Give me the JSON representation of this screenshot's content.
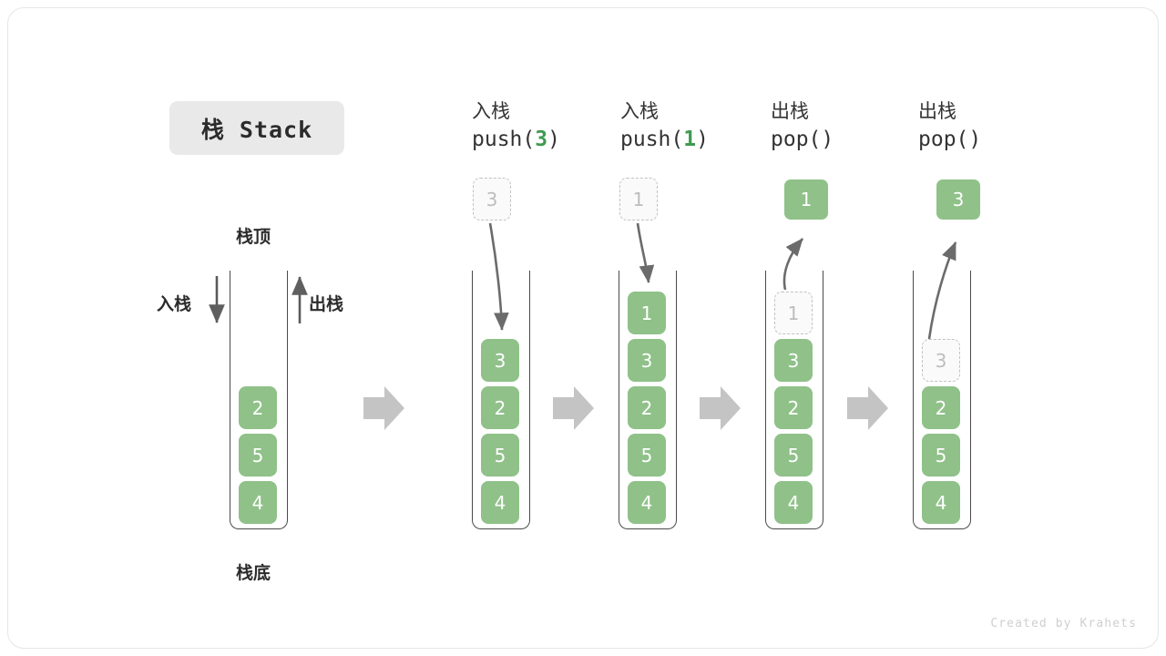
{
  "figure": {
    "title_chip": "栈 Stack",
    "watermark": "Created by Krahets",
    "accent_green": "#8fc189",
    "arg_green": "#3f9a52",
    "ghost_gray": "#bdbdbd",
    "arrow_gray": "#6b6b6b",
    "flow_arrow_gray": "#c4c4c4"
  },
  "legend": {
    "top_label": "栈顶",
    "bottom_label": "栈底",
    "push_label": "入栈",
    "pop_label": "出栈"
  },
  "steps": [
    {
      "id": "initial",
      "caption_cn": "",
      "caption_code": "",
      "caption_arg": "",
      "stack": [
        "2",
        "5",
        "4"
      ],
      "incoming": null,
      "outgoing": null,
      "ghost_top": null
    },
    {
      "id": "push-3",
      "caption_cn": "入栈",
      "caption_code_prefix": "push(",
      "caption_arg": "3",
      "caption_code_suffix": ")",
      "stack": [
        "3",
        "2",
        "5",
        "4"
      ],
      "incoming": "3",
      "outgoing": null,
      "ghost_top": null
    },
    {
      "id": "push-1",
      "caption_cn": "入栈",
      "caption_code_prefix": "push(",
      "caption_arg": "1",
      "caption_code_suffix": ")",
      "stack": [
        "1",
        "3",
        "2",
        "5",
        "4"
      ],
      "incoming": "1",
      "outgoing": null,
      "ghost_top": null
    },
    {
      "id": "pop-1",
      "caption_cn": "出栈",
      "caption_code_prefix": "pop(",
      "caption_arg": "",
      "caption_code_suffix": ")",
      "stack": [
        "3",
        "2",
        "5",
        "4"
      ],
      "incoming": null,
      "outgoing": "1",
      "ghost_top": "1"
    },
    {
      "id": "pop-3",
      "caption_cn": "出栈",
      "caption_code_prefix": "pop(",
      "caption_arg": "",
      "caption_code_suffix": ")",
      "stack": [
        "2",
        "5",
        "4"
      ],
      "incoming": null,
      "outgoing": "3",
      "ghost_top": "3"
    }
  ],
  "cells": {
    "s0": [
      "2",
      "5",
      "4"
    ],
    "s1_ghost": "3",
    "s1": [
      "3",
      "2",
      "5",
      "4"
    ],
    "s2_ghost": "1",
    "s2": [
      "1",
      "3",
      "2",
      "5",
      "4"
    ],
    "s3_pop": "1",
    "s3_ghost": "1",
    "s3": [
      "3",
      "2",
      "5",
      "4"
    ],
    "s4_pop": "3",
    "s4_ghost": "3",
    "s4": [
      "2",
      "5",
      "4"
    ]
  },
  "captions": {
    "c1_cn": "入栈",
    "c1_code_a": "push(",
    "c1_arg": "3",
    "c1_code_b": ")",
    "c2_cn": "入栈",
    "c2_code_a": "push(",
    "c2_arg": "1",
    "c2_code_b": ")",
    "c3_cn": "出栈",
    "c3_code_a": "pop(",
    "c3_arg": "",
    "c3_code_b": ")",
    "c4_cn": "出栈",
    "c4_code_a": "pop(",
    "c4_arg": "",
    "c4_code_b": ")"
  }
}
